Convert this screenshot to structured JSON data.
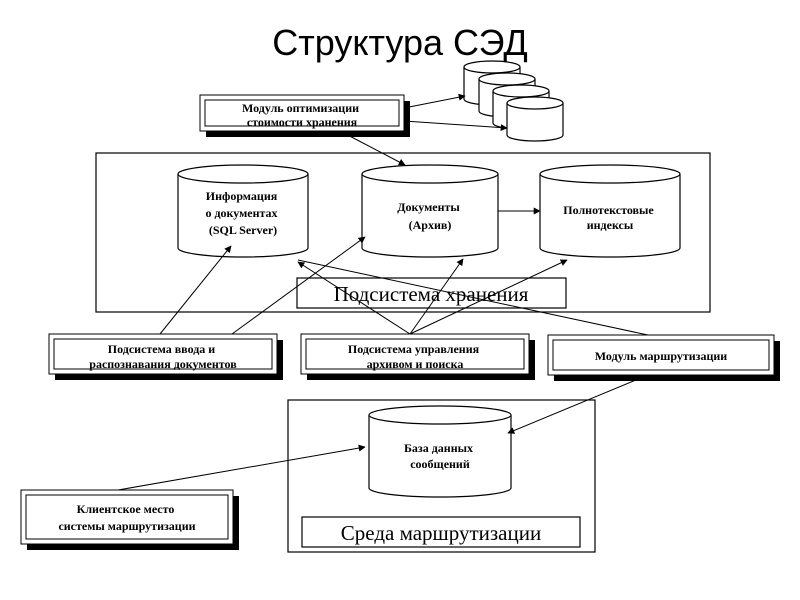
{
  "title": "Структура СЭД",
  "modules": {
    "optimization": [
      "Модуль оптимизации",
      "стоимости хранения"
    ],
    "input": [
      "Подсистема ввода и",
      "распознавания документов"
    ],
    "archive": [
      "Подсистема управления",
      "архивом и поиска"
    ],
    "routing": [
      "Модуль маршрутизации"
    ],
    "client": [
      "Клиентское место",
      "системы маршрутизации"
    ]
  },
  "storage": {
    "label": "Подсистема хранения",
    "info_db": [
      "Информация",
      "о документах",
      "(SQL Server)"
    ],
    "docs_db": [
      "Документы",
      "(Архив)"
    ],
    "fulltext_db": [
      "Полнотекстовые",
      "индексы"
    ]
  },
  "routing_env": {
    "label": "Среда маршрутизации",
    "messages_db": [
      "База данных",
      "сообщений"
    ]
  }
}
